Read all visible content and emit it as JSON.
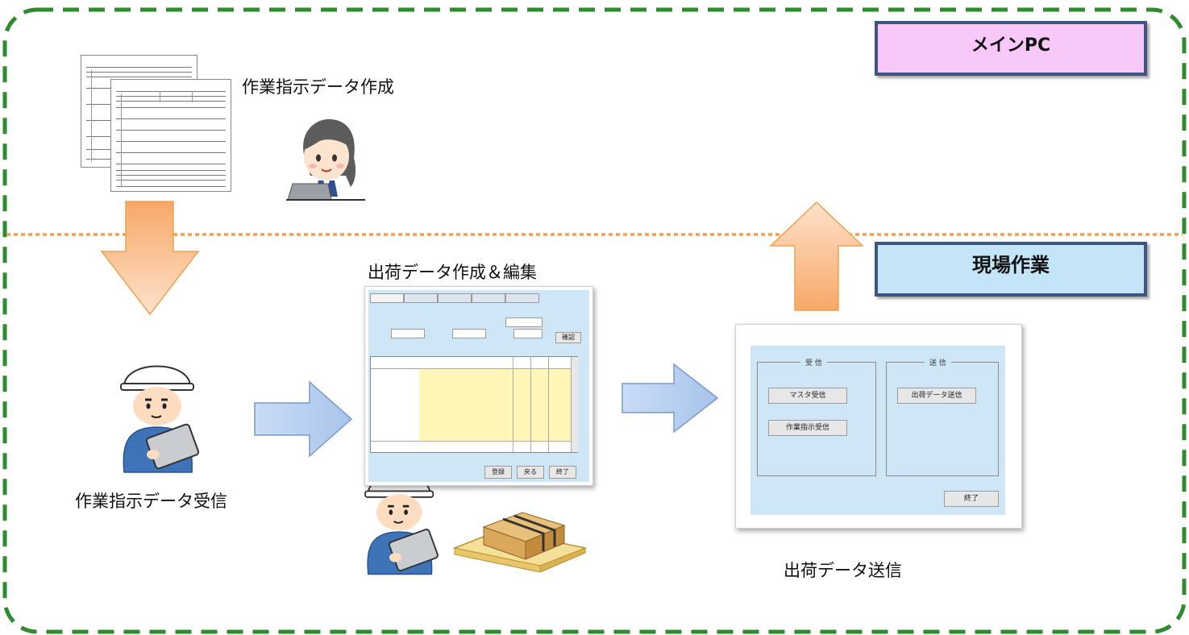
{
  "labels": {
    "main_pc": "メインPC",
    "site_work": "現場作業",
    "create_instruction": "作業指示データ作成",
    "receive_instruction": "作業指示データ受信",
    "create_edit_shipping": "出荷データ作成＆編集",
    "send_shipping": "出荷データ送信"
  },
  "send_screen": {
    "receive_heading": "受 信",
    "send_heading": "送 信",
    "master_receive_button": "マスタ受信",
    "instruction_receive_button": "作業指示受信",
    "shipping_send_button": "出荷データ送信",
    "end_button": "終了"
  },
  "edit_screen": {
    "buttons": [
      "登録",
      "戻る",
      "終了"
    ],
    "update_button": "確認"
  },
  "colors": {
    "frame_border": "#2e8b2e",
    "divider": "#f0a050",
    "main_pc_fill": "#f8c8f8",
    "site_work_fill": "#c4e4f8",
    "badge_border": "#3d5580",
    "orange_arrow": "#f6a868",
    "blue_arrow": "#a8c4ec",
    "screen_panel": "#cfe6f6",
    "grid_yellow": "#fff6b8"
  },
  "icons": [
    "document-stack-icon",
    "office-worker-laptop-icon",
    "worker-tablet-icon",
    "pallet-boxes-icon"
  ]
}
